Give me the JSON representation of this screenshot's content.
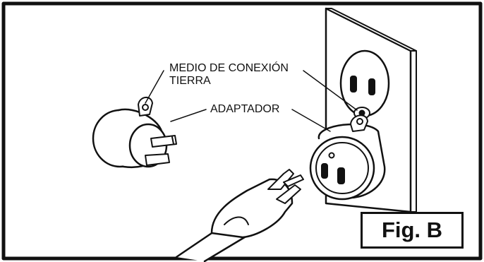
{
  "labels": {
    "ground_line1": "MEDIO DE CONEXIÓN",
    "ground_line2": "TIERRA",
    "adapter": "ADAPTADOR"
  },
  "figure_tag": "Fig. B"
}
